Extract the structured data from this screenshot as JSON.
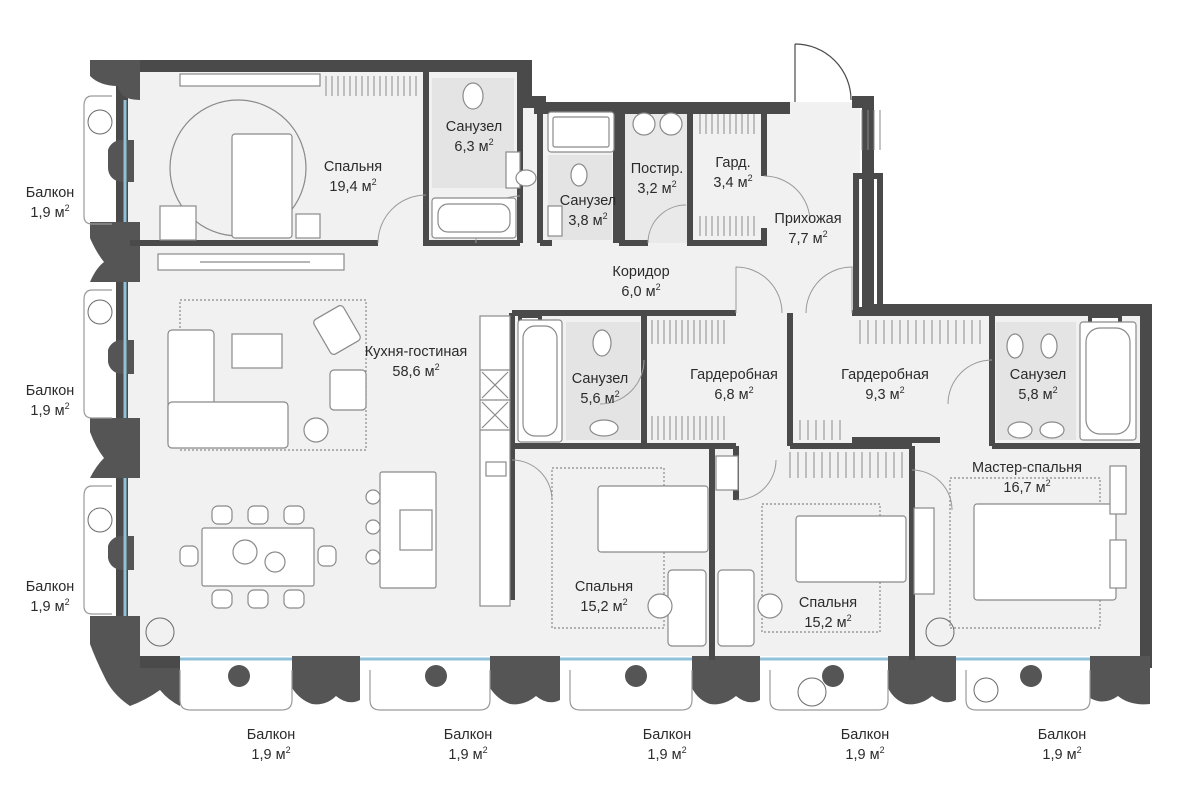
{
  "unit_superscript": "2",
  "rooms": [
    {
      "id": "bedroom-1",
      "name": "Спальня",
      "area": "19,4 м"
    },
    {
      "id": "bath-1",
      "name": "Санузел",
      "area": "6,3 м"
    },
    {
      "id": "bath-2",
      "name": "Санузел",
      "area": "3,8 м"
    },
    {
      "id": "laundry",
      "name": "Постир.",
      "area": "3,2 м"
    },
    {
      "id": "wardrobe-small",
      "name": "Гард.",
      "area": "3,4 м"
    },
    {
      "id": "hall",
      "name": "Прихожая",
      "area": "7,7 м"
    },
    {
      "id": "corridor",
      "name": "Коридор",
      "area": "6,0 м"
    },
    {
      "id": "kitchen-living",
      "name": "Кухня-гостиная",
      "area": "58,6 м"
    },
    {
      "id": "bath-3",
      "name": "Санузел",
      "area": "5,6 м"
    },
    {
      "id": "dressing-1",
      "name": "Гардеробная",
      "area": "6,8 м"
    },
    {
      "id": "dressing-2",
      "name": "Гардеробная",
      "area": "9,3 м"
    },
    {
      "id": "bath-4",
      "name": "Санузел",
      "area": "5,8 м"
    },
    {
      "id": "master-bedroom",
      "name": "Мастер-спальня",
      "area": "16,7 м"
    },
    {
      "id": "bedroom-2",
      "name": "Спальня",
      "area": "15,2 м"
    },
    {
      "id": "bedroom-3",
      "name": "Спальня",
      "area": "15,2 м"
    }
  ],
  "balconies": [
    {
      "name": "Балкон",
      "area": "1,9 м"
    },
    {
      "name": "Балкон",
      "area": "1,9 м"
    },
    {
      "name": "Балкон",
      "area": "1,9 м"
    },
    {
      "name": "Балкон",
      "area": "1,9 м"
    },
    {
      "name": "Балкон",
      "area": "1,9 м"
    },
    {
      "name": "Балкон",
      "area": "1,9 м"
    },
    {
      "name": "Балкон",
      "area": "1,9 м"
    },
    {
      "name": "Балкон",
      "area": "1,9 м"
    }
  ],
  "colors": {
    "wall": "#4a4a4a",
    "floor": "#f1f1f1",
    "tile": "#e2e2e2",
    "line": "#9a9a9a",
    "text": "#2b2b2b",
    "window": "#8fc2d8"
  }
}
